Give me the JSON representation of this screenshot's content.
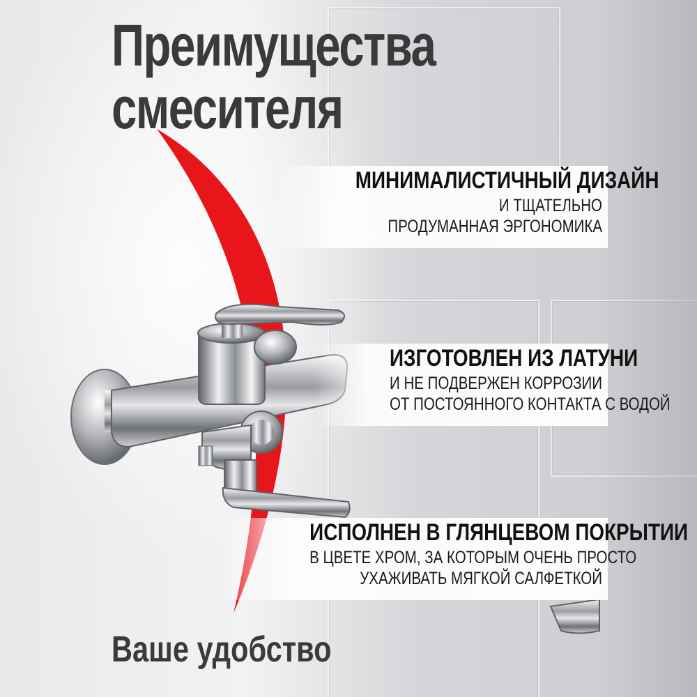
{
  "title": {
    "line1": "Преимущества",
    "line2": "смесителя"
  },
  "features": [
    {
      "heading": "Минималистичный дизайн",
      "lines": [
        "и тщательно",
        "продуманная эргономика"
      ]
    },
    {
      "heading": "Изготовлен из латуни",
      "lines": [
        "и не подвержен коррозии",
        "от постоянного контакта с водой"
      ]
    },
    {
      "heading": "Исполнен в глянцевом покрытии",
      "lines": [
        "в цвете хром, за которым очень просто",
        "ухаживать мягкой салфеткой"
      ]
    }
  ],
  "footer": "Ваше удобство",
  "colors": {
    "accent": "#e8161b",
    "title": "#3a3a3c",
    "text": "#111111"
  },
  "icons": {
    "product": "chrome-bath-faucet-icon"
  }
}
